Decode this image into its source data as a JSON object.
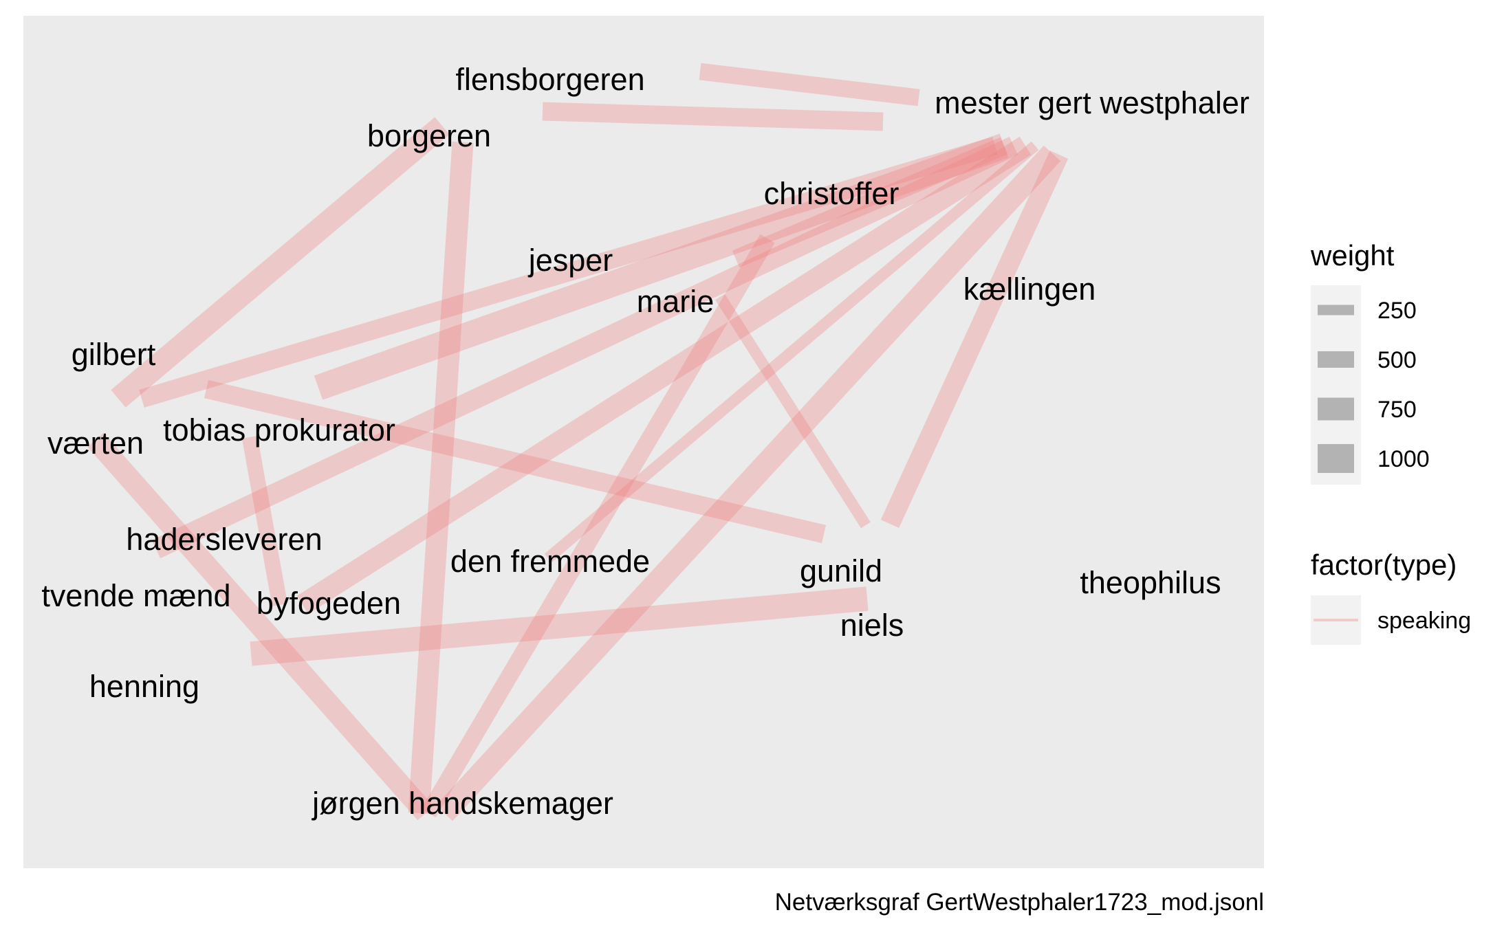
{
  "caption": "Netværksgraf GertWestphaler1723_mod.jsonl",
  "colors": {
    "panel_background": "#EBEBEB",
    "edge": "#F08080",
    "legend_key_background": "#F2F2F2",
    "legend_swatch": "#B3B3B3"
  },
  "legend": {
    "weight": {
      "title": "weight",
      "items": [
        {
          "label": "250",
          "value": 250
        },
        {
          "label": "500",
          "value": 500
        },
        {
          "label": "750",
          "value": 750
        },
        {
          "label": "1000",
          "value": 1000
        }
      ]
    },
    "type": {
      "title": "factor(type)",
      "items": [
        {
          "label": "speaking"
        }
      ]
    }
  },
  "chart_data": {
    "type": "network",
    "edge_type": "speaking",
    "nodes": [
      {
        "id": "mester gert westphaler",
        "label": "mester gert westphaler"
      },
      {
        "id": "flensborgeren",
        "label": "flensborgeren"
      },
      {
        "id": "borgeren",
        "label": "borgeren"
      },
      {
        "id": "christoffer",
        "label": "christoffer"
      },
      {
        "id": "jesper",
        "label": "jesper"
      },
      {
        "id": "kællingen",
        "label": "kællingen"
      },
      {
        "id": "marie",
        "label": "marie"
      },
      {
        "id": "gilbert",
        "label": "gilbert"
      },
      {
        "id": "værten",
        "label": "værten"
      },
      {
        "id": "tobias prokurator",
        "label": "tobias prokurator"
      },
      {
        "id": "haderslevaren",
        "label": "hadersleveren"
      },
      {
        "id": "den fremmede",
        "label": "den fremmede"
      },
      {
        "id": "gunild",
        "label": "gunild"
      },
      {
        "id": "theophilus",
        "label": "theophilus"
      },
      {
        "id": "tvende mænd",
        "label": "tvende mænd"
      },
      {
        "id": "byfogeden",
        "label": "byfogeden"
      },
      {
        "id": "niels",
        "label": "niels"
      },
      {
        "id": "henning",
        "label": "henning"
      },
      {
        "id": "jørgen handskemager",
        "label": "jørgen handskemager"
      }
    ],
    "edges": [
      {
        "source": "flensborgeren",
        "target": "mester gert westphaler",
        "weight": 400
      },
      {
        "source": "flensborgeren",
        "target": "mester gert westphaler",
        "weight": 450
      },
      {
        "source": "borgeren",
        "target": "gilbert",
        "weight": 600
      },
      {
        "source": "borgeren",
        "target": "jørgen handskemager",
        "weight": 550
      },
      {
        "source": "mester gert westphaler",
        "target": "gilbert",
        "weight": 450
      },
      {
        "source": "mester gert westphaler",
        "target": "tobias prokurator",
        "weight": 700
      },
      {
        "source": "mester gert westphaler",
        "target": "haderslevaren",
        "weight": 500
      },
      {
        "source": "mester gert westphaler",
        "target": "byfogeden",
        "weight": 550
      },
      {
        "source": "mester gert westphaler",
        "target": "den fremmede",
        "weight": 200
      },
      {
        "source": "mester gert westphaler",
        "target": "jørgen handskemager",
        "weight": 600
      },
      {
        "source": "mester gert westphaler",
        "target": "gunild",
        "weight": 500
      },
      {
        "source": "mester gert westphaler",
        "target": "christoffer",
        "weight": 450
      },
      {
        "source": "christoffer",
        "target": "jørgen handskemager",
        "weight": 400
      },
      {
        "source": "marie",
        "target": "gunild",
        "weight": 200
      },
      {
        "source": "tobias prokurator",
        "target": "gunild",
        "weight": 450
      },
      {
        "source": "tobias prokurator",
        "target": "byfogeden",
        "weight": 350
      },
      {
        "source": "værten",
        "target": "jørgen handskemager",
        "weight": 550
      },
      {
        "source": "henning",
        "target": "niels",
        "weight": 650
      }
    ]
  }
}
